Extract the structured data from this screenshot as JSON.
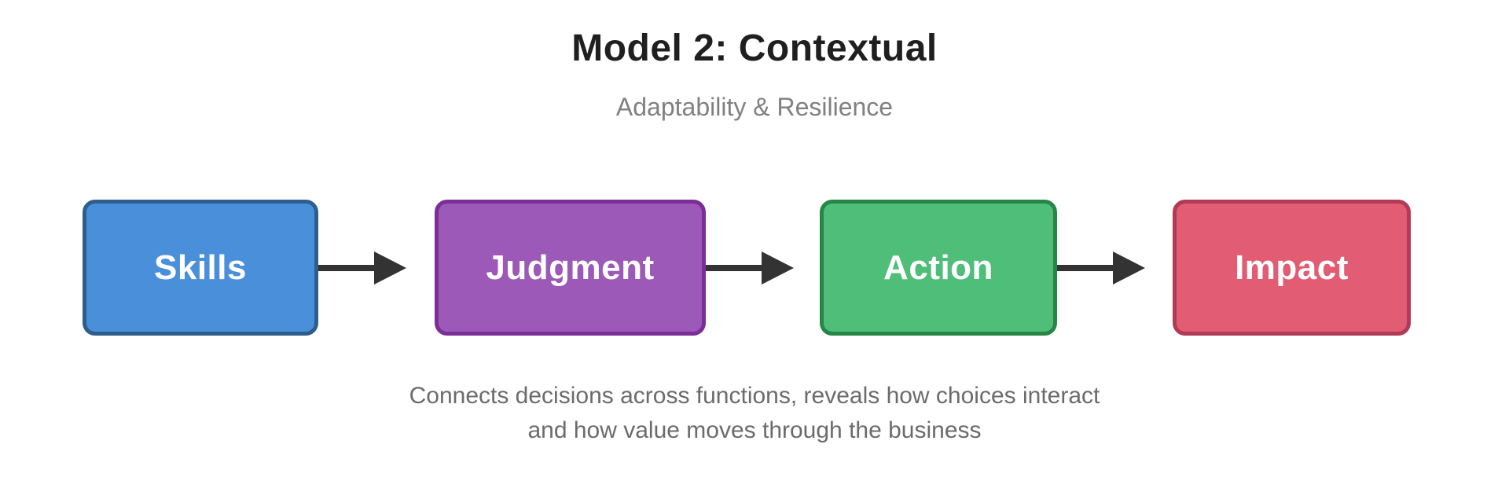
{
  "header": {
    "title": "Model 2: Contextual",
    "subtitle": "Adaptability & Resilience"
  },
  "flow": {
    "nodes": [
      {
        "id": "skills",
        "label": "Skills",
        "fill": "#4A8FD9",
        "border": "#2E5E8C"
      },
      {
        "id": "judgment",
        "label": "Judgment",
        "fill": "#9C59B8",
        "border": "#7A2F96"
      },
      {
        "id": "action",
        "label": "Action",
        "fill": "#4EBE79",
        "border": "#278647"
      },
      {
        "id": "impact",
        "label": "Impact",
        "fill": "#E25C73",
        "border": "#B13A56"
      }
    ],
    "arrow_color": "#333333"
  },
  "caption": {
    "lines": [
      "Connects decisions across functions, reveals how choices interact",
      "and how value moves through the business"
    ]
  },
  "colors": {
    "background": "#FFFFFF",
    "title_text": "#1F1F1F",
    "subtitle_text": "#808080",
    "caption_text": "#6B6B6B",
    "node_label_text": "#FFFFFF"
  }
}
